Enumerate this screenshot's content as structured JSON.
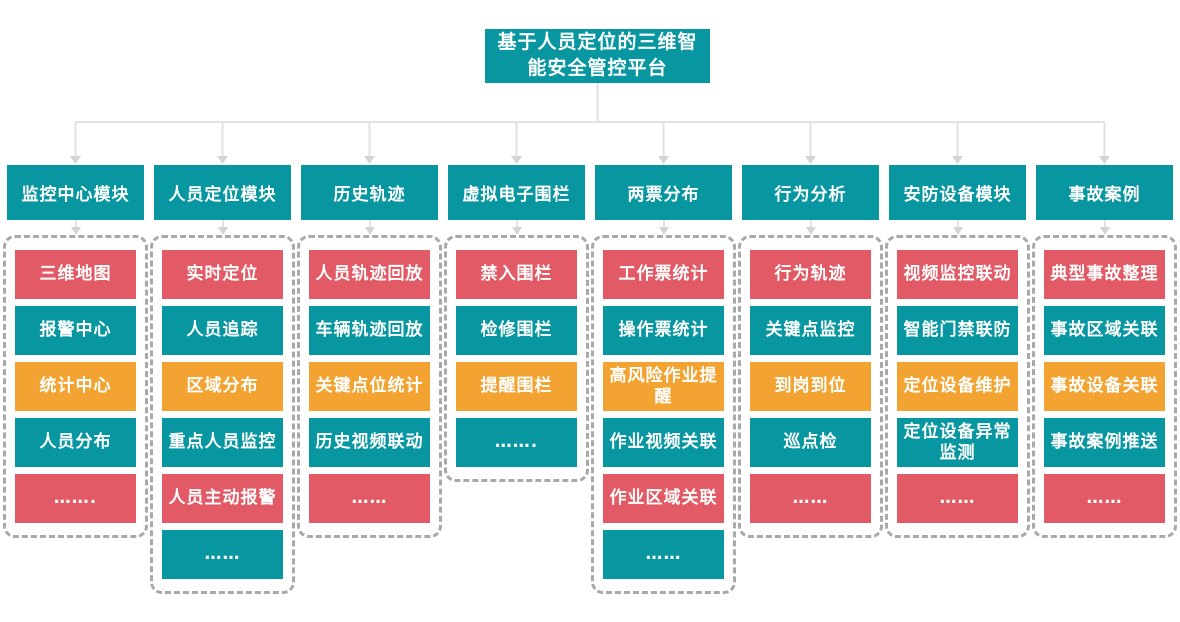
{
  "title": "基于人员定位的三维智\n能安全管控平台",
  "colors": {
    "teal": "#0897A1",
    "red": "#E25A65",
    "orange": "#F2A331",
    "connector_line": "#E2E2E2",
    "connector_arrow": "#D4D4D4",
    "dashed_border": "#A9A9A9",
    "text": "#FFFFFF",
    "background": "#FFFFFF"
  },
  "modules": [
    {
      "label": "监控中心模块",
      "items": [
        {
          "label": "三维地图",
          "color": "red"
        },
        {
          "label": "报警中心",
          "color": "teal"
        },
        {
          "label": "统计中心",
          "color": "orange"
        },
        {
          "label": "人员分布",
          "color": "teal"
        },
        {
          "label": "…….",
          "color": "red"
        }
      ]
    },
    {
      "label": "人员定位模块",
      "items": [
        {
          "label": "实时定位",
          "color": "red"
        },
        {
          "label": "人员追踪",
          "color": "teal"
        },
        {
          "label": "区域分布",
          "color": "orange"
        },
        {
          "label": "重点人员监控",
          "color": "teal"
        },
        {
          "label": "人员主动报警",
          "color": "red"
        },
        {
          "label": "……",
          "color": "teal"
        }
      ]
    },
    {
      "label": "历史轨迹",
      "items": [
        {
          "label": "人员轨迹回放",
          "color": "red"
        },
        {
          "label": "车辆轨迹回放",
          "color": "teal"
        },
        {
          "label": "关键点位统计",
          "color": "orange"
        },
        {
          "label": "历史视频联动",
          "color": "teal"
        },
        {
          "label": "……",
          "color": "red"
        }
      ]
    },
    {
      "label": "虚拟电子围栏",
      "items": [
        {
          "label": "禁入围栏",
          "color": "red"
        },
        {
          "label": "检修围栏",
          "color": "teal"
        },
        {
          "label": "提醒围栏",
          "color": "orange"
        },
        {
          "label": "…….",
          "color": "teal"
        }
      ]
    },
    {
      "label": "两票分布",
      "items": [
        {
          "label": "工作票统计",
          "color": "red"
        },
        {
          "label": "操作票统计",
          "color": "teal"
        },
        {
          "label": "高风险作业提\n醒",
          "color": "orange"
        },
        {
          "label": "作业视频关联",
          "color": "teal"
        },
        {
          "label": "作业区域关联",
          "color": "red"
        },
        {
          "label": "……",
          "color": "teal"
        }
      ]
    },
    {
      "label": "行为分析",
      "items": [
        {
          "label": "行为轨迹",
          "color": "red"
        },
        {
          "label": "关键点监控",
          "color": "teal"
        },
        {
          "label": "到岗到位",
          "color": "orange"
        },
        {
          "label": "巡点检",
          "color": "teal"
        },
        {
          "label": "……",
          "color": "red"
        }
      ]
    },
    {
      "label": "安防设备模块",
      "items": [
        {
          "label": "视频监控联动",
          "color": "red"
        },
        {
          "label": "智能门禁联防",
          "color": "teal"
        },
        {
          "label": "定位设备维护",
          "color": "orange"
        },
        {
          "label": "定位设备异常\n监测",
          "color": "teal"
        },
        {
          "label": "……",
          "color": "red"
        }
      ]
    },
    {
      "label": "事故案例",
      "items": [
        {
          "label": "典型事故整理",
          "color": "red"
        },
        {
          "label": "事故区域关联",
          "color": "teal"
        },
        {
          "label": "事故设备关联",
          "color": "orange"
        },
        {
          "label": "事故案例推送",
          "color": "teal"
        },
        {
          "label": "……",
          "color": "red"
        }
      ]
    }
  ]
}
